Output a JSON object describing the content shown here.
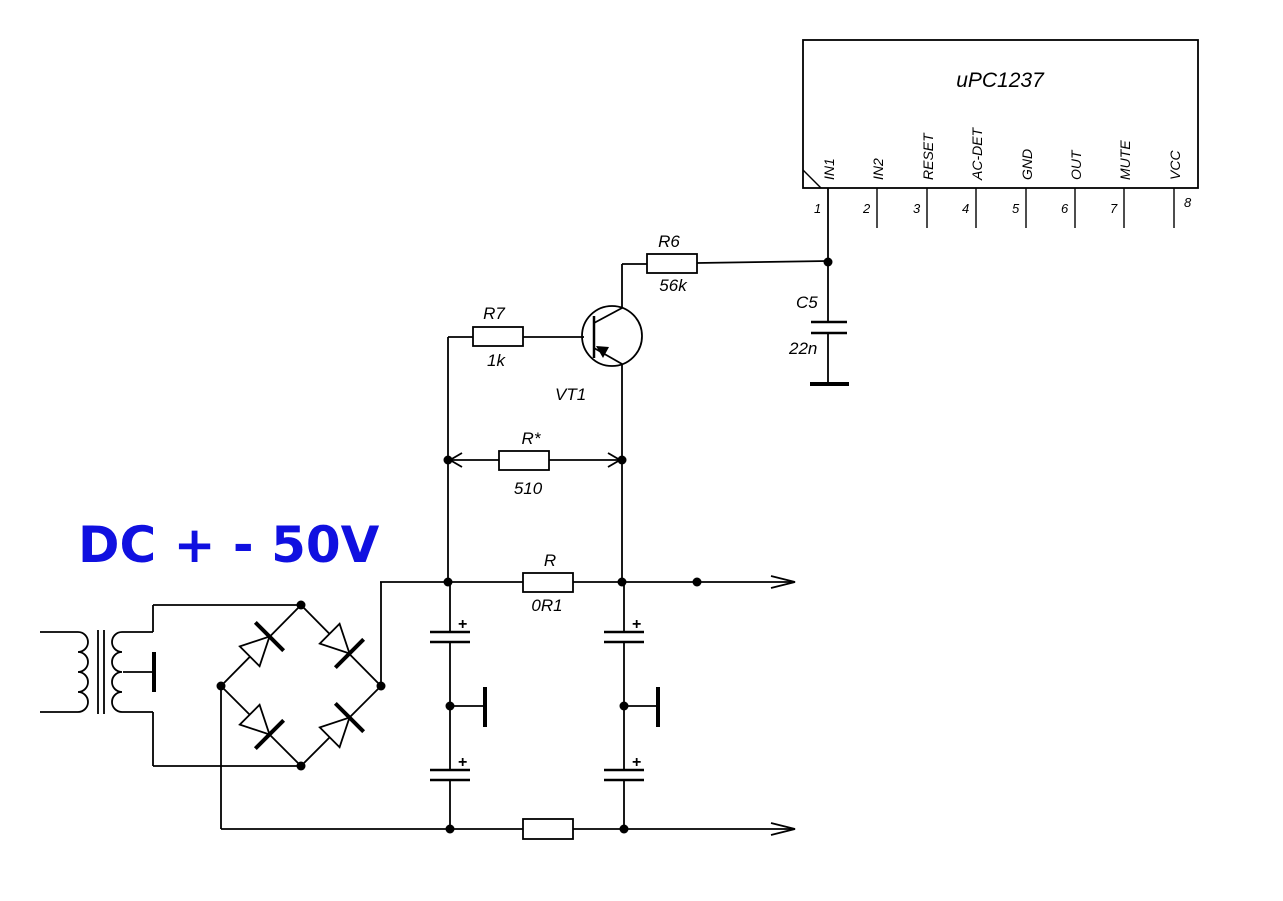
{
  "title": "DC + - 50V",
  "ic": {
    "name": "uPC1237",
    "pins": [
      {
        "name": "IN1",
        "num": "1"
      },
      {
        "name": "IN2",
        "num": "2"
      },
      {
        "name": "RESET",
        "num": "3"
      },
      {
        "name": "AC-DET",
        "num": "4"
      },
      {
        "name": "GND",
        "num": "5"
      },
      {
        "name": "OUT",
        "num": "6"
      },
      {
        "name": "MUTE",
        "num": "7"
      },
      {
        "name": "VCC",
        "num": "8"
      }
    ]
  },
  "components": {
    "r6": {
      "ref": "R6",
      "value": "56k"
    },
    "r7": {
      "ref": "R7",
      "value": "1k"
    },
    "c5": {
      "ref": "C5",
      "value": "22n"
    },
    "vt1": {
      "ref": "VT1"
    },
    "rstar": {
      "ref": "R*",
      "value": "510"
    },
    "r": {
      "ref": "R",
      "value": "0R1"
    }
  },
  "cap_polarity": "+"
}
